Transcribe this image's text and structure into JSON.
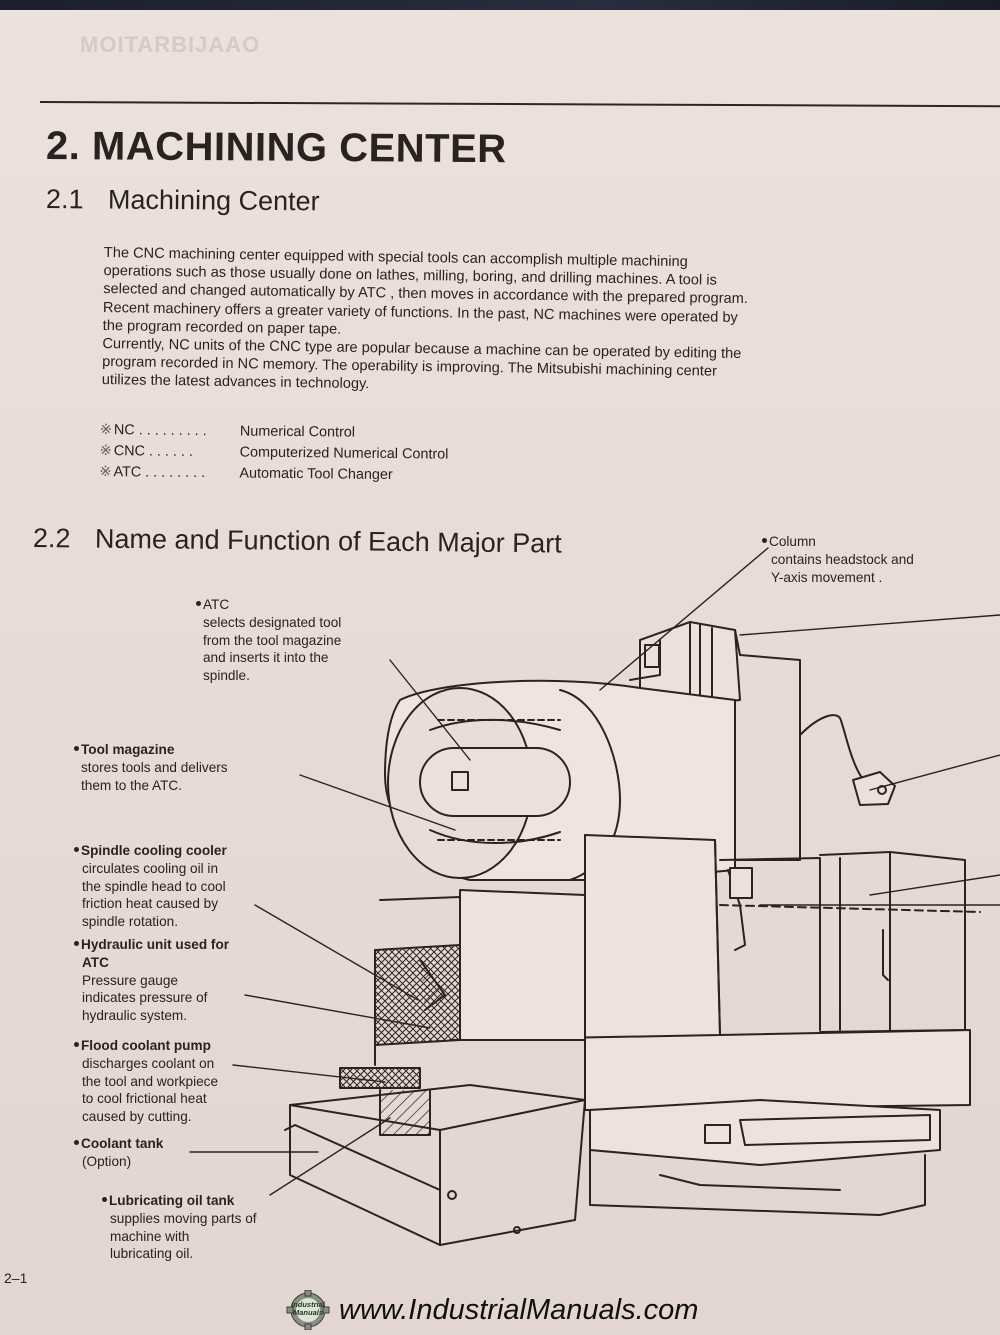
{
  "ghost_header": "MOITARBIJAAO",
  "heading": "2. MACHINING CENTER",
  "section1": {
    "num": "2.1",
    "title": "Machining Center"
  },
  "paragraph": [
    "The CNC machining center equipped with special tools  can accomplish multiple machining",
    "operations such as those usually done on lathes, milling, boring, and drilling machines.  A tool is",
    "selected and changed automatically by ATC , then moves  in accordance with the prepared program.",
    "Recent machinery offers a greater variety of functions. In the past,  NC machines were operated by",
    "the program recorded on paper tape.",
    "Currently,  NC units of the CNC type are popular because a machine can be operated  by  editing the",
    "program recorded in NC memory. The operability is improving. The Mitsubishi machining center",
    "utilizes  the latest advances in technology."
  ],
  "abbreviations": [
    {
      "mark": "※",
      "key": "NC  . . . . . . . . .",
      "value": "Numerical Control"
    },
    {
      "mark": "※",
      "key": "CNC   . . . . . .",
      "value": "Computerized Numerical Control"
    },
    {
      "mark": "※",
      "key": "ATC  . . . . . . . .",
      "value": "Automatic Tool Changer"
    }
  ],
  "section2": {
    "num": "2.2",
    "title": "Name and Function of Each Major Part"
  },
  "labels": {
    "column": {
      "title": "Column",
      "lines": [
        "contains headstock and",
        "Y-axis movement ."
      ]
    },
    "atc": {
      "title": "ATC",
      "lines": [
        "selects designated tool",
        "from the tool magazine",
        "and inserts it into the",
        "spindle."
      ]
    },
    "tool_magazine": {
      "title": "Tool magazine",
      "lines": [
        "stores tools and delivers",
        "them to the ATC."
      ]
    },
    "spindle_cooling": {
      "title": "Spindle cooling cooler",
      "lines": [
        "circulates cooling oil in",
        "the spindle head to cool",
        "friction  heat caused by",
        "spindle rotation."
      ]
    },
    "hydraulic": {
      "title": "Hydraulic unit used for",
      "title2": "ATC",
      "lines": [
        "Pressure gauge",
        "indicates pressure of",
        "hydraulic system."
      ]
    },
    "flood_coolant": {
      "title": "Flood coolant pump",
      "lines": [
        "discharges coolant on",
        "the tool and workpiece",
        "to cool frictional heat",
        "caused by cutting."
      ]
    },
    "coolant_tank": {
      "title": "Coolant tank",
      "lines": [
        "(Option)"
      ]
    },
    "lubricating": {
      "title": "Lubricating oil tank",
      "lines": [
        "supplies moving parts of",
        "machine with",
        "lubricating oil."
      ]
    }
  },
  "page_number": "2–1",
  "footer": {
    "logo_line1": "Industrial",
    "logo_line2": "Manuals",
    "url": "www.IndustrialManuals.com"
  }
}
